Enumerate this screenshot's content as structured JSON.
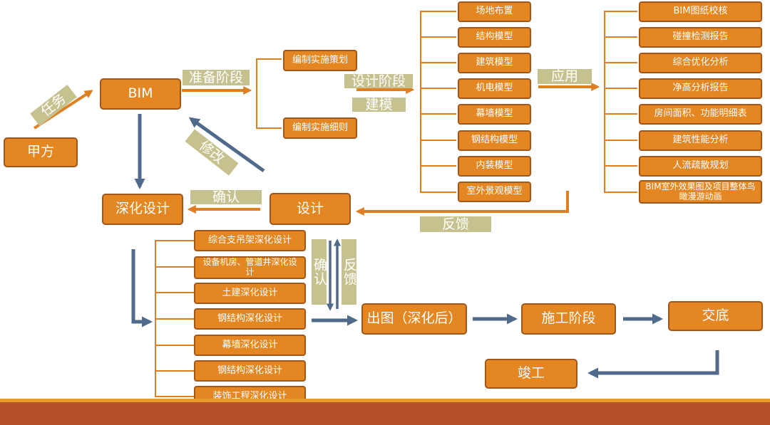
{
  "nodes": {
    "jiafang": "甲方",
    "bim": "BIM",
    "shenhua_sheji": "深化设计",
    "sheji": "设计",
    "chutu": "出图（深化后）",
    "shigong": "施工阶段",
    "jiaodi": "交底",
    "jungong": "竣工",
    "plan_strategy": "编制实施策划",
    "plan_detail": "编制实施细则"
  },
  "models": [
    "场地布置",
    "结构模型",
    "建筑模型",
    "机电模型",
    "幕墙模型",
    "钢结构模型",
    "内装模型",
    "室外景观模型"
  ],
  "applications": [
    "BIM图纸校核",
    "碰撞检测报告",
    "综合优化分析",
    "净高分析报告",
    "房间面积、功能明细表",
    "建筑性能分析",
    "人流疏散规划",
    "BIM室外效果图及项目整体鸟瞰漫游动画"
  ],
  "deepening": [
    "综合支吊架深化设计",
    "设备机房、管道井深化设计",
    "土建深化设计",
    "钢结构深化设计",
    "幕墙深化设计",
    "钢结构深化设计",
    "装饰工程深化设计"
  ],
  "tags": {
    "renwu": "任务",
    "xiugai": "修改",
    "zhunbei": "准备阶段",
    "sheji_jieduan": "设计阶段",
    "jianmo": "建模",
    "yingyong": "应用",
    "queren_h": "确认",
    "fankui_h": "反馈",
    "queren_v": "确认",
    "fankui_v": "反馈"
  },
  "colors": {
    "box_fill": "#e48621",
    "box_border": "#a2561a",
    "tag_fill": "#c6c28f",
    "orange_arrow": "#e07f22",
    "blue_arrow": "#4f6a8a",
    "floor": "#b3502a",
    "floor_line": "#e59b2c"
  }
}
